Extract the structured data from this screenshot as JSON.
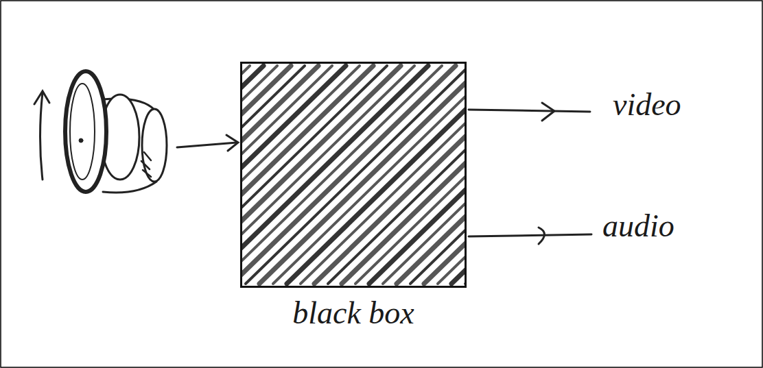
{
  "diagram": {
    "nodes": [
      {
        "text": [
          "black box"
        ]
      }
    ],
    "labels": [
      "video",
      "audio"
    ]
  }
}
